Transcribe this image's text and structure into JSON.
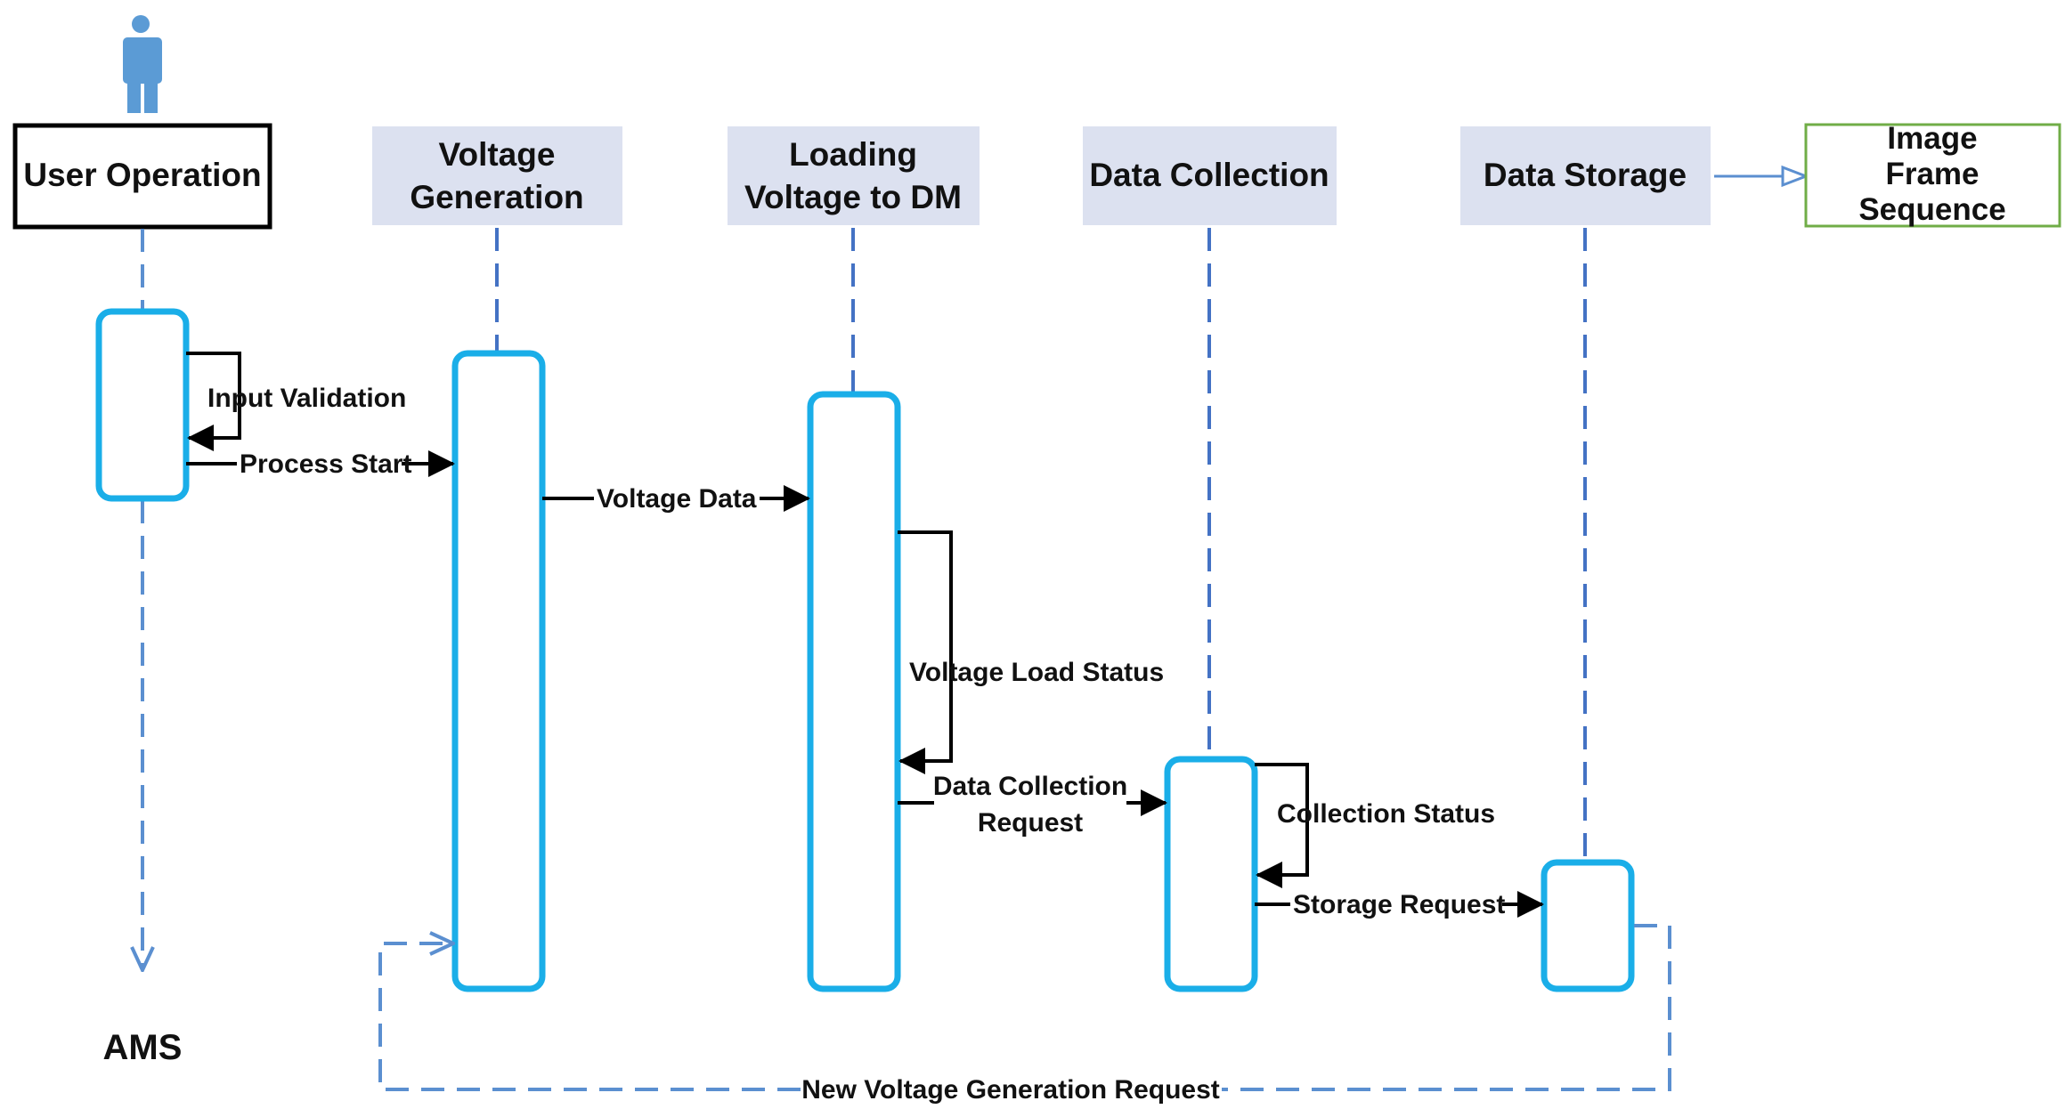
{
  "participants": [
    {
      "id": "user",
      "label_lines": [
        "User Operation"
      ]
    },
    {
      "id": "vgen",
      "label_lines": [
        "Voltage",
        "Generation"
      ]
    },
    {
      "id": "load",
      "label_lines": [
        "Loading",
        "Voltage to DM"
      ]
    },
    {
      "id": "coll",
      "label_lines": [
        "Data Collection"
      ]
    },
    {
      "id": "store",
      "label_lines": [
        "Data Storage"
      ]
    }
  ],
  "external": {
    "label_lines": [
      "Image",
      "Frame",
      "Sequence"
    ]
  },
  "actor_bottom_label": "AMS",
  "messages": {
    "input_validation": "Input Validation",
    "process_start": "Process Start",
    "voltage_data": "Voltage Data",
    "voltage_load_status": "Voltage Load Status",
    "data_collection_request": [
      "Data Collection",
      "Request"
    ],
    "collection_status": "Collection Status",
    "storage_request": "Storage Request",
    "new_voltage_generation_request": "New Voltage Generation Request"
  },
  "colors": {
    "activation": "#1aaee8",
    "lifeline": "#4472c4",
    "participant_fill": "#dce1f0",
    "actor": "#5b9bd5",
    "external_border": "#70ad47",
    "message": "#000000",
    "return_dashed": "#5b8fd0"
  }
}
